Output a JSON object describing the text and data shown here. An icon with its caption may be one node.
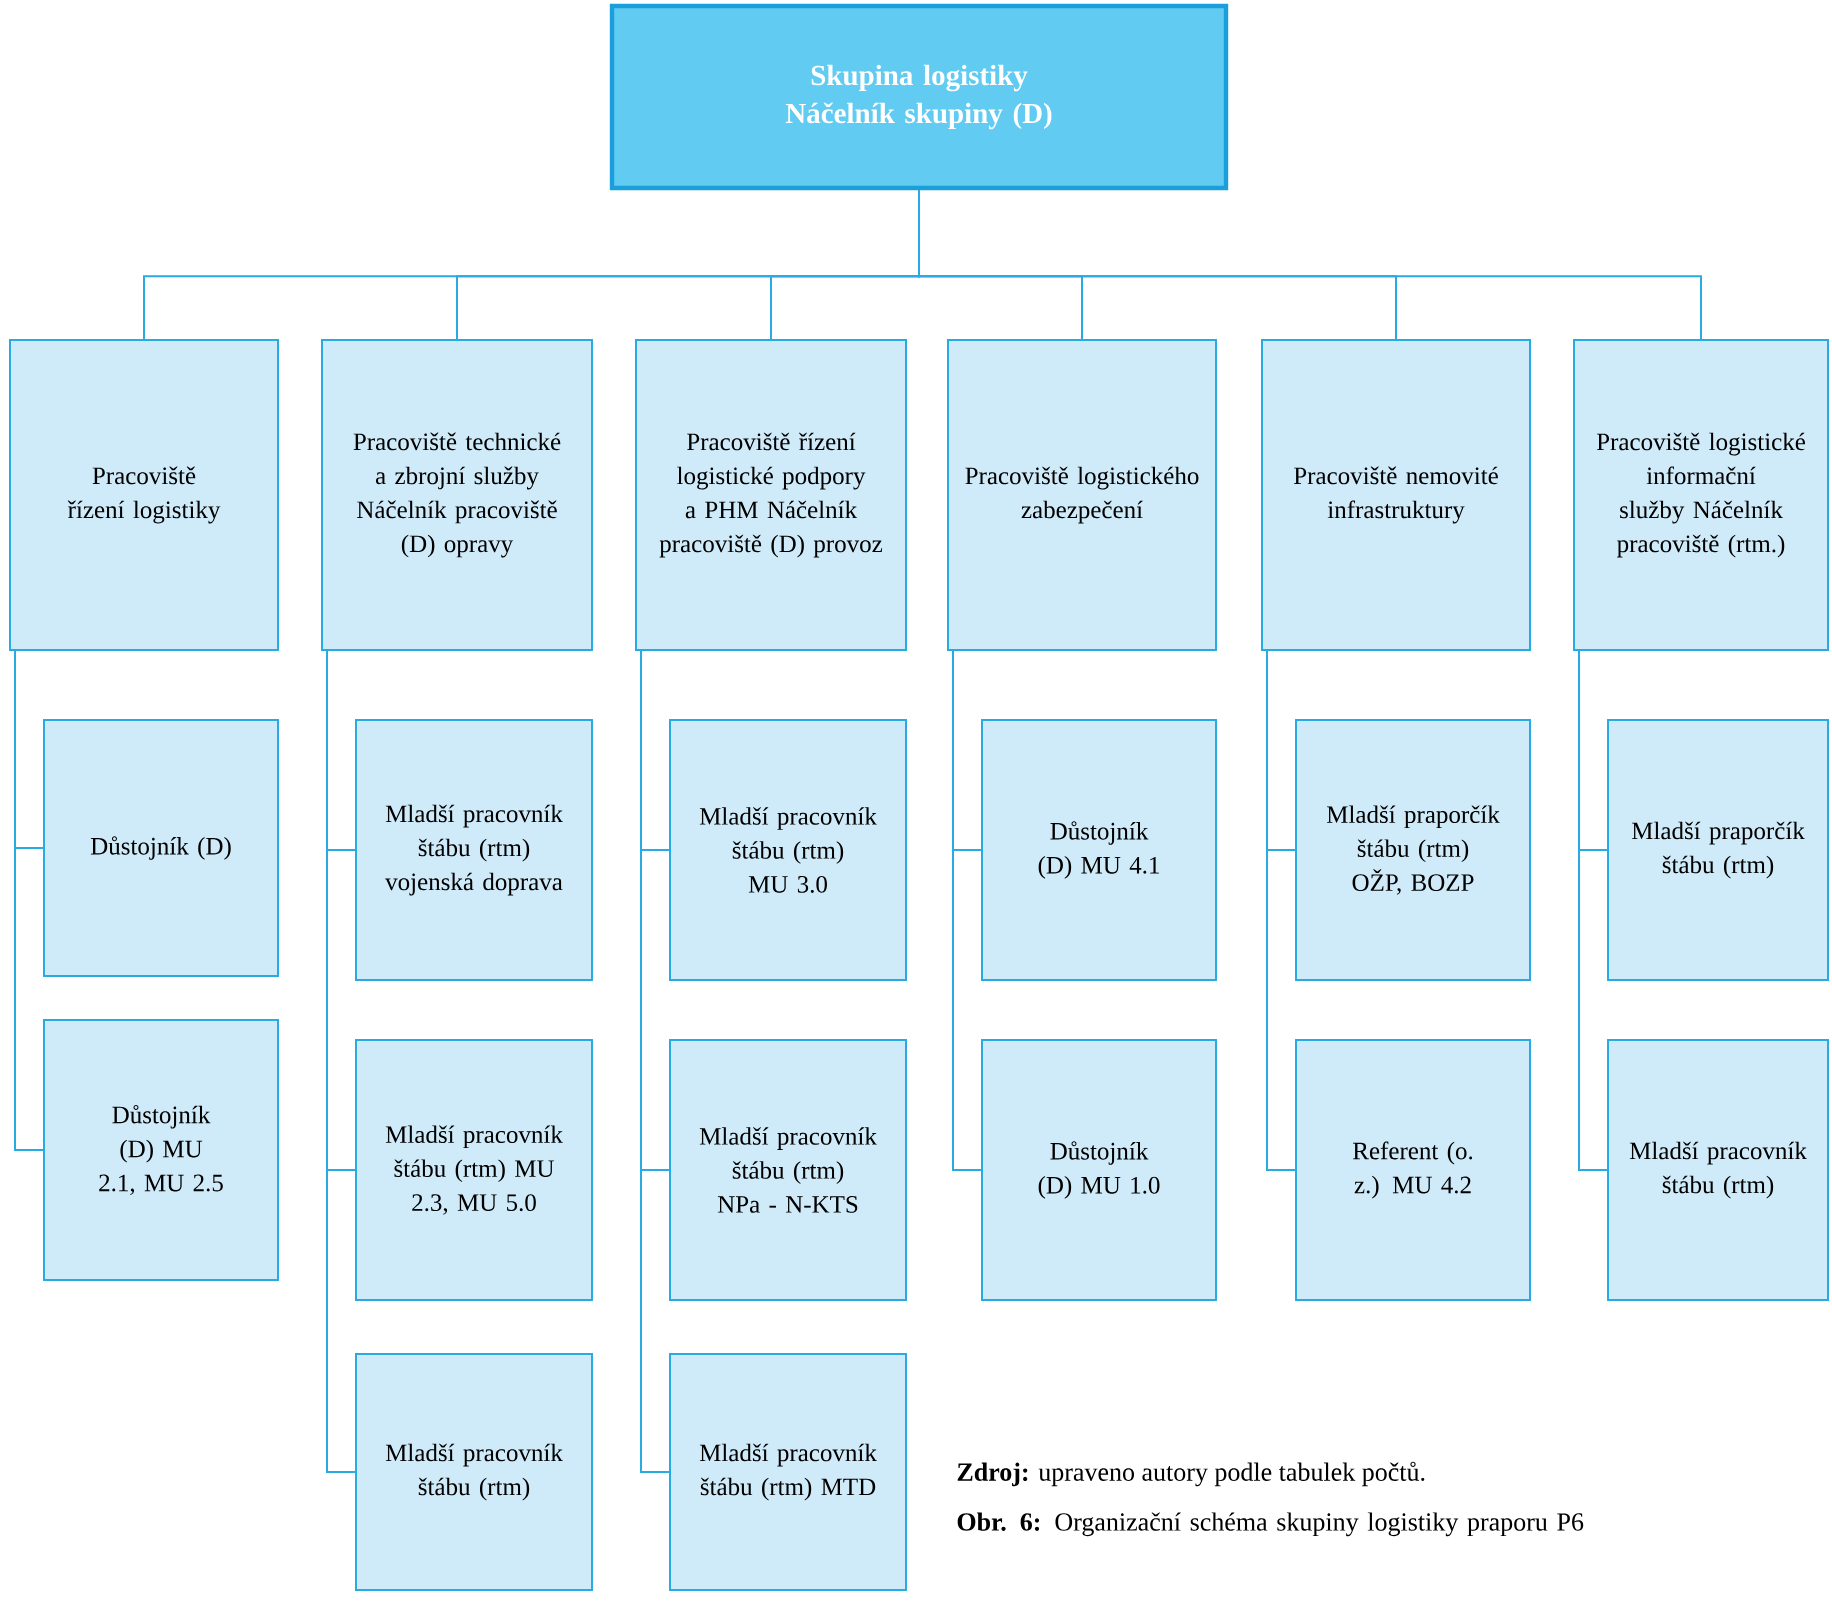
{
  "diagram": {
    "caption": "**Obr. 6:** Organizační schéma skupiny logistiky praporu P6",
    "nodes": [
      {
        "text": [
          "Skupina logistiky",
          "Náčelník skupiny (D)"
        ]
      },
      {
        "text": [
          "Pracoviště řízení logistiky"
        ]
      },
      {
        "text": [
          "Pracoviště technické a zbrojní služby Náčelník pracoviště (D) opravy"
        ]
      },
      {
        "text": [
          "Pracoviště řízení logistické podpory a PHM Náčelník pracoviště (D) provoz"
        ]
      },
      {
        "text": [
          "Pracoviště logistického zabezpečení"
        ]
      },
      {
        "text": [
          "Pracoviště nemovité infrastruktury"
        ]
      },
      {
        "text": [
          "Pracoviště logistické informační služby Náčelník pracoviště (rtm.)"
        ]
      },
      {
        "text": [
          "Důstojník (D)"
        ]
      },
      {
        "text": [
          "Důstojník (D) MU 2.1, MU 2.5"
        ]
      },
      {
        "text": [
          "Mladší pracovník štábu (rtm) vojenská doprava"
        ]
      },
      {
        "text": [
          "Mladší pracovník štábu (rtm) MU 2.3, MU 5.0"
        ]
      },
      {
        "text": [
          "Mladší pracovník štábu (rtm)"
        ]
      },
      {
        "text": [
          "Mladší pracovník štábu (rtm) MU 3.0"
        ]
      },
      {
        "text": [
          "Mladší pracovník štábu (rtm) NPa - N-KTS"
        ]
      },
      {
        "text": [
          "Mladší pracovník štábu (rtm) MTD"
        ]
      },
      {
        "text": [
          "Důstojník (D) MU 4.1"
        ]
      },
      {
        "text": [
          "Důstojník (D) MU 1.0"
        ]
      },
      {
        "text": [
          "Mladší praporčík štábu (rtm) OŽP, BOZP"
        ]
      },
      {
        "text": [
          "Referent (o. z.) MU 4.2"
        ]
      },
      {
        "text": [
          "Mladší praporčík štábu (rtm)"
        ]
      },
      {
        "text": [
          "Mladší pracovník štábu (rtm)"
        ]
      }
    ],
    "edges": [
      {
        "from": 0,
        "to": 1,
        "arrow": "none"
      },
      {
        "from": 0,
        "to": 2,
        "arrow": "none"
      },
      {
        "from": 0,
        "to": 3,
        "arrow": "none"
      },
      {
        "from": 0,
        "to": 4,
        "arrow": "none"
      },
      {
        "from": 0,
        "to": 5,
        "arrow": "none"
      },
      {
        "from": 0,
        "to": 6,
        "arrow": "none"
      },
      {
        "from": 1,
        "to": 7,
        "arrow": "none"
      },
      {
        "from": 1,
        "to": 8,
        "arrow": "none"
      },
      {
        "from": 2,
        "to": 9,
        "arrow": "none"
      },
      {
        "from": 2,
        "to": 10,
        "arrow": "none"
      },
      {
        "from": 2,
        "to": 11,
        "arrow": "none"
      },
      {
        "from": 3,
        "to": 12,
        "arrow": "none"
      },
      {
        "from": 3,
        "to": 13,
        "arrow": "none"
      },
      {
        "from": 3,
        "to": 14,
        "arrow": "none"
      },
      {
        "from": 4,
        "to": 15,
        "arrow": "none"
      },
      {
        "from": 4,
        "to": 16,
        "arrow": "none"
      },
      {
        "from": 5,
        "to": 17,
        "arrow": "none"
      },
      {
        "from": 5,
        "to": 18,
        "arrow": "none"
      },
      {
        "from": 6,
        "to": 19,
        "arrow": "none"
      },
      {
        "from": 6,
        "to": 20,
        "arrow": "none"
      }
    ],
    "labels": [
      "**Zdroj:** upraveno autory podle tabulek počtů."
    ]
  }
}
